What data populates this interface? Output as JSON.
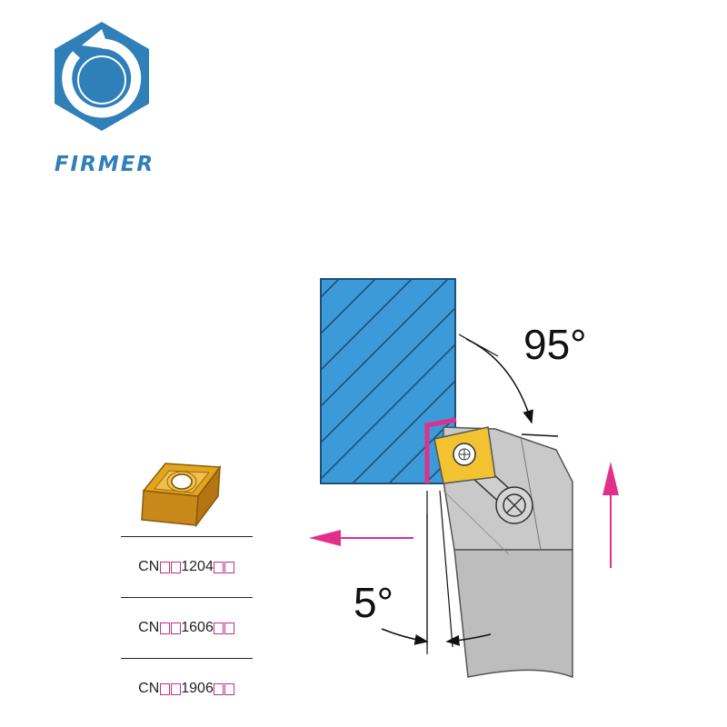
{
  "logo": {
    "brand": "FIRMER",
    "color": "#2f7fb8"
  },
  "diagram": {
    "lead_angle": "95°",
    "clearance_angle": "5°",
    "workpiece_color": "#3d9ad8",
    "insert_color": "#f2c230",
    "arrow_color": "#e0308a"
  },
  "inserts": [
    {
      "prefix": "CN",
      "size": "1204"
    },
    {
      "prefix": "CN",
      "size": "1606"
    },
    {
      "prefix": "CN",
      "size": "1906"
    }
  ]
}
